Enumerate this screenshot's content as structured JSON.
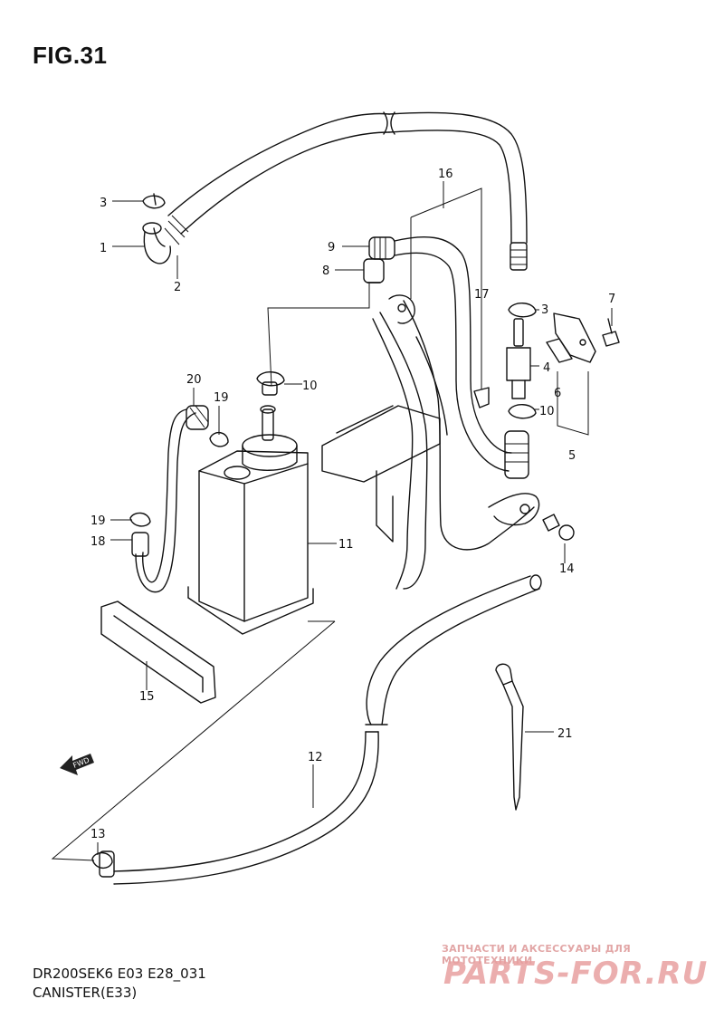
{
  "figure": {
    "title": "FIG.31",
    "code": "DR200SEK6 E03 E28_031",
    "caption": "CANISTER(E33)"
  },
  "fwd_label": "FWD",
  "watermark": {
    "tagline": "ЗАПЧАСТИ И АКСЕССУАРЫ ДЛЯ МОТОТЕХНИКИ",
    "brand": "PARTS-FOR.RU",
    "color": "#d93a3a"
  },
  "parts": [
    {
      "id": "1",
      "label": "1"
    },
    {
      "id": "2",
      "label": "2"
    },
    {
      "id": "3a",
      "label": "3"
    },
    {
      "id": "3b",
      "label": "3"
    },
    {
      "id": "4",
      "label": "4"
    },
    {
      "id": "5",
      "label": "5"
    },
    {
      "id": "6",
      "label": "6"
    },
    {
      "id": "7",
      "label": "7"
    },
    {
      "id": "8",
      "label": "8"
    },
    {
      "id": "9",
      "label": "9"
    },
    {
      "id": "10a",
      "label": "10"
    },
    {
      "id": "10b",
      "label": "10"
    },
    {
      "id": "11",
      "label": "11"
    },
    {
      "id": "12",
      "label": "12"
    },
    {
      "id": "13",
      "label": "13"
    },
    {
      "id": "14",
      "label": "14"
    },
    {
      "id": "15",
      "label": "15"
    },
    {
      "id": "16",
      "label": "16"
    },
    {
      "id": "17",
      "label": "17"
    },
    {
      "id": "18",
      "label": "18"
    },
    {
      "id": "19a",
      "label": "19"
    },
    {
      "id": "19b",
      "label": "19"
    },
    {
      "id": "20",
      "label": "20"
    },
    {
      "id": "21",
      "label": "21"
    }
  ]
}
